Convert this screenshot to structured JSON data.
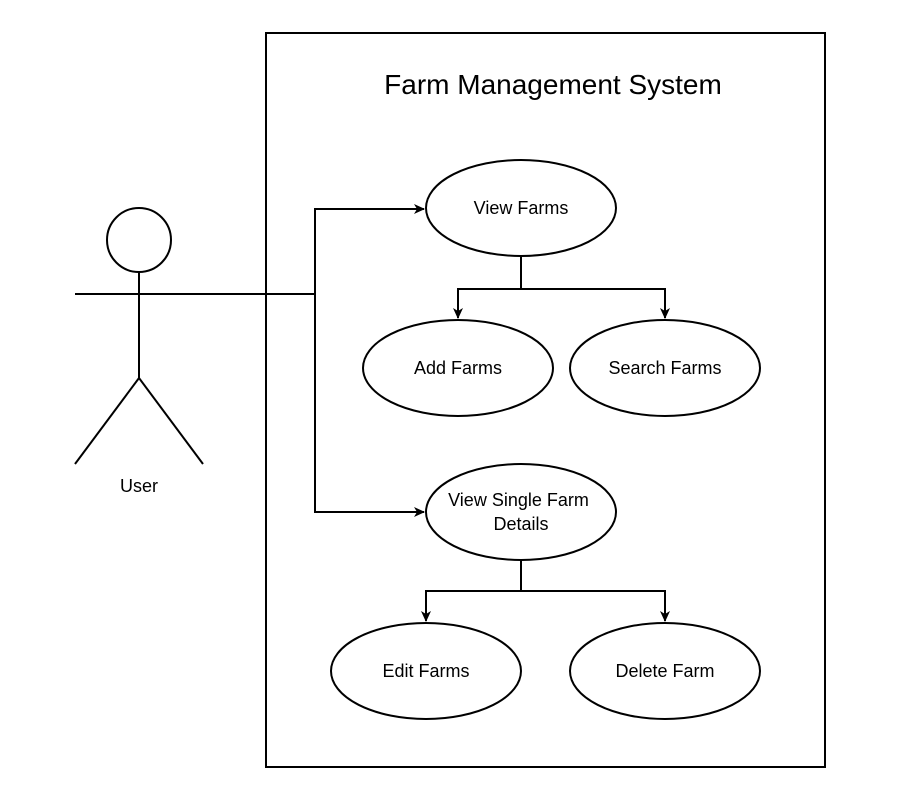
{
  "system": {
    "title": "Farm Management System"
  },
  "actor": {
    "label": "User"
  },
  "use_cases": {
    "view_farms": {
      "label": "View Farms"
    },
    "add_farms": {
      "label": "Add Farms"
    },
    "search_farms": {
      "label": "Search Farms"
    },
    "view_single_farm": {
      "line1": "View Single Farm",
      "line2": "Details"
    },
    "edit_farms": {
      "label": "Edit Farms"
    },
    "delete_farm": {
      "label": "Delete Farm"
    }
  },
  "colors": {
    "line": "#000000",
    "background": "#ffffff"
  }
}
